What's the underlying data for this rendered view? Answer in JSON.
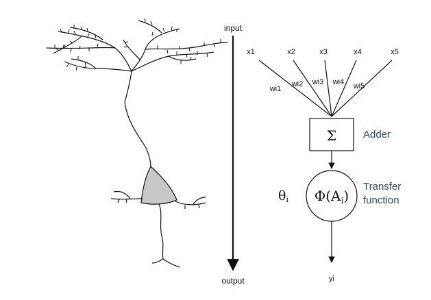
{
  "axis": {
    "top_label": "input",
    "bottom_label": "output"
  },
  "inputs": [
    "x1",
    "x2",
    "x3",
    "x4",
    "x5"
  ],
  "weights": [
    "wi1",
    "wi2",
    "wi3",
    "wi4",
    "wi5"
  ],
  "adder": {
    "symbol": "Σ",
    "label": "Adder"
  },
  "transfer": {
    "symbol_main": "Φ(A",
    "symbol_sub": "i",
    "symbol_close": ")",
    "label_line1": "Transfer",
    "label_line2": "function"
  },
  "threshold": {
    "symbol": "θ",
    "sub": "i"
  },
  "output": {
    "label": "yi"
  },
  "colors": {
    "label_blue": "#2b4a6b",
    "soma_fill": "#c8c8c8",
    "line": "#111111"
  }
}
